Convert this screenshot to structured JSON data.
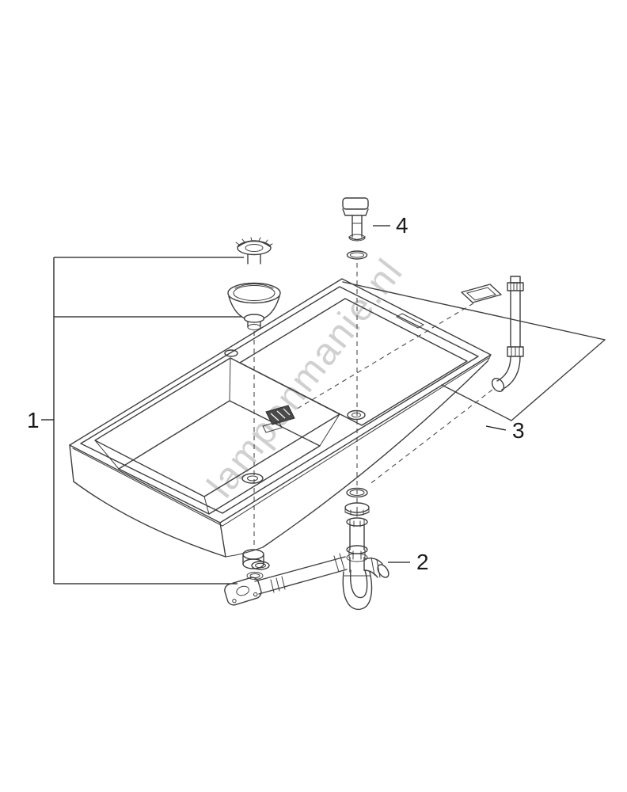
{
  "watermark": {
    "text": "lampenmanie.nl",
    "color": "#c8c8c8"
  },
  "labels": {
    "part1": "1",
    "part2": "2",
    "part3": "3",
    "part4": "4"
  },
  "colors": {
    "line": "#3f3f3f",
    "label_text": "#1a1a1a",
    "background": "#ffffff"
  }
}
